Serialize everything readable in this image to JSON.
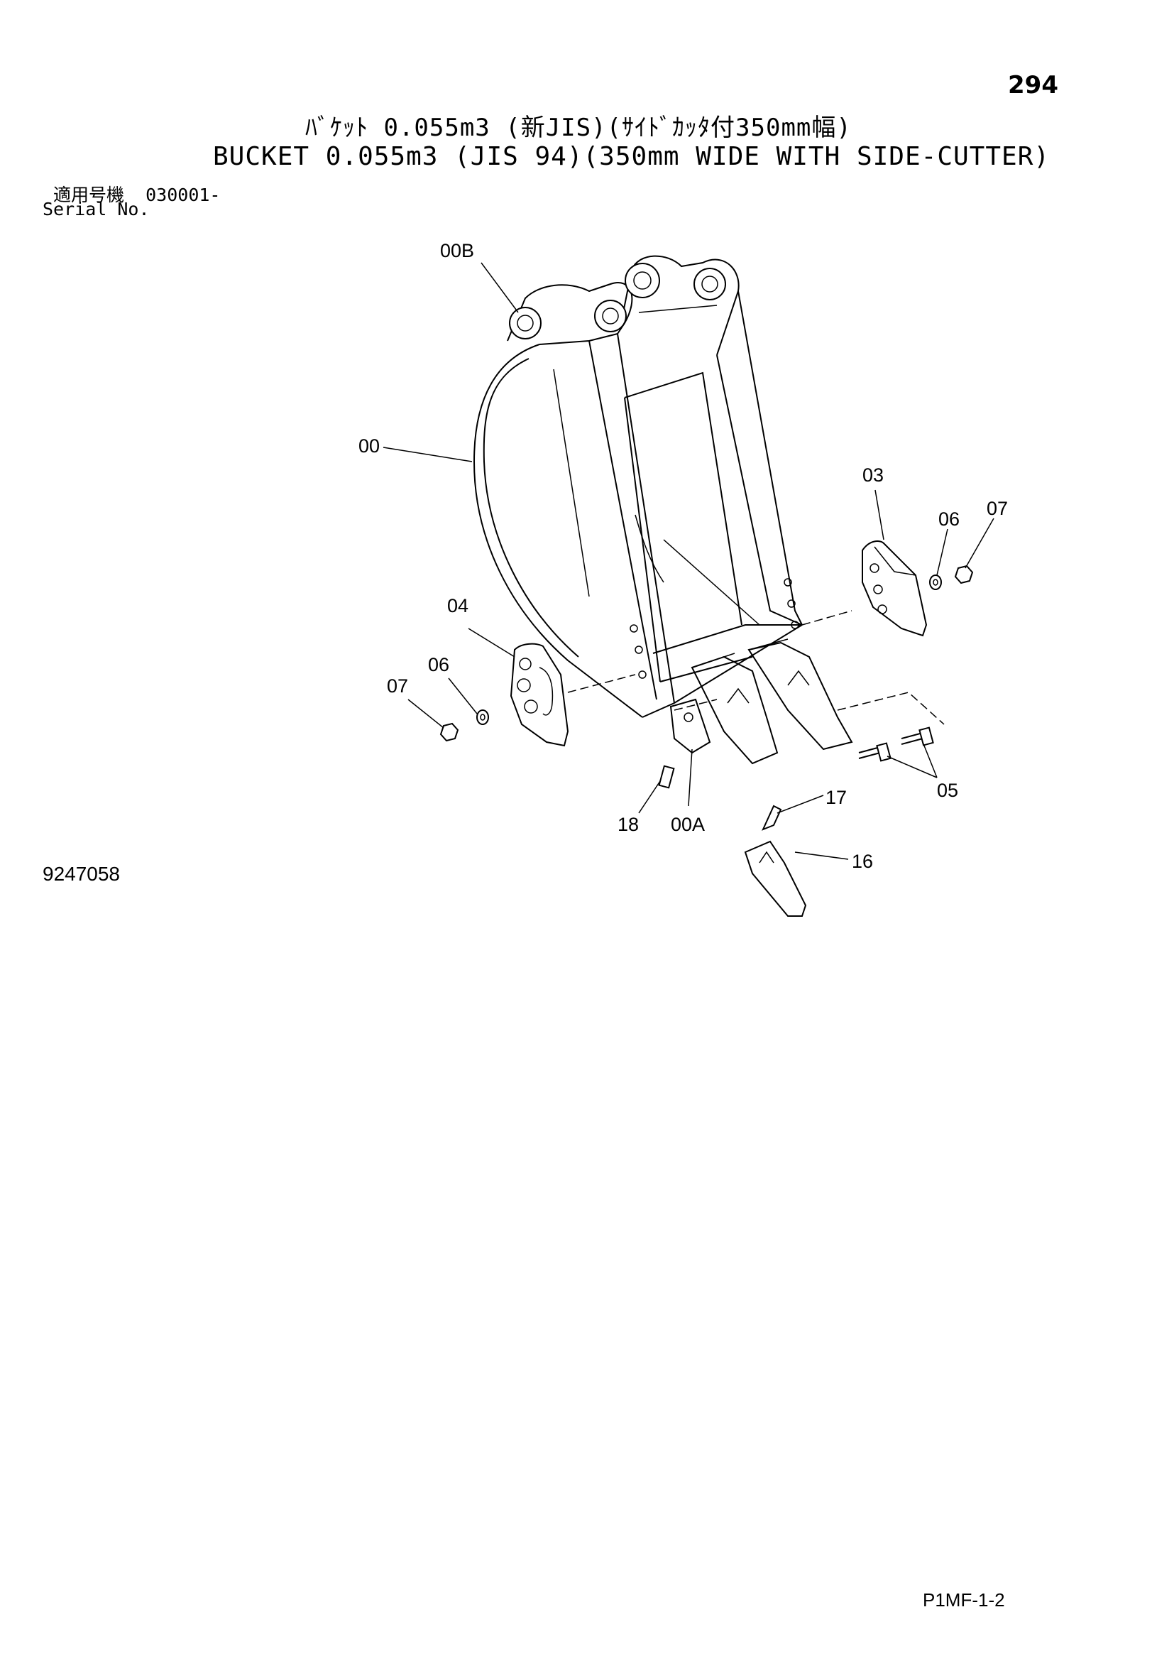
{
  "page_number": "294",
  "title_jp": "ﾊﾞｹｯﾄ 0.055m3 (新JIS)(ｻｲﾄﾞｶｯﾀ付350mm幅)",
  "title_en": "BUCKET 0.055m3 (JIS 94)(350mm WIDE WITH SIDE-CUTTER)",
  "serial": {
    "label_jp": "適用号機",
    "value": "030001-",
    "label_en": "Serial No."
  },
  "callouts": {
    "c00B": "00B",
    "c00": "00",
    "c03": "03",
    "c06_right": "06",
    "c07_right": "07",
    "c04": "04",
    "c06_left": "06",
    "c07_left": "07",
    "c05": "05",
    "c17": "17",
    "c18": "18",
    "c00A": "00A",
    "c16": "16"
  },
  "drawing_number": "9247058",
  "page_code": "P1MF-1-2"
}
